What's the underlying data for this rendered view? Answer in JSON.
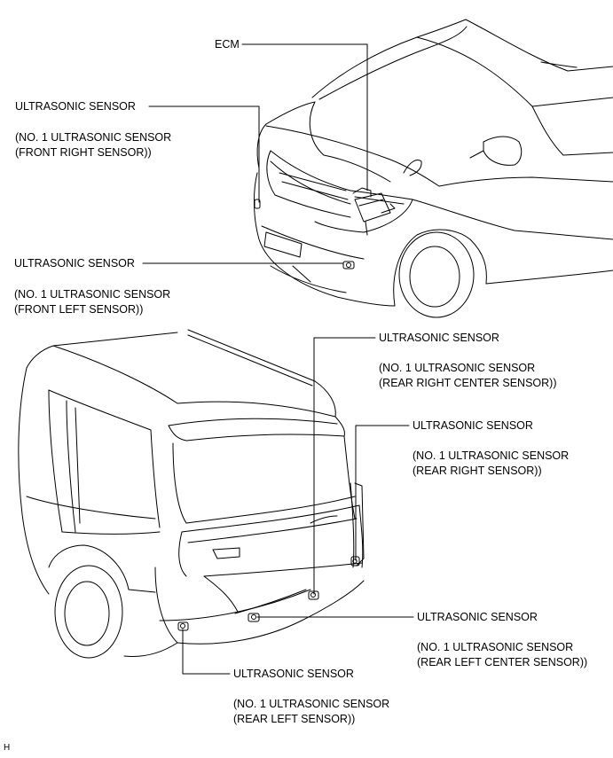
{
  "labels": {
    "ecm": "ECM",
    "front_right": {
      "title": "ULTRASONIC SENSOR",
      "line1": "(NO. 1 ULTRASONIC SENSOR",
      "line2": "(FRONT RIGHT SENSOR))"
    },
    "front_left": {
      "title": "ULTRASONIC SENSOR",
      "line1": "(NO. 1 ULTRASONIC SENSOR",
      "line2": "(FRONT LEFT SENSOR))"
    },
    "rear_right_center": {
      "title": "ULTRASONIC SENSOR",
      "line1": "(NO. 1 ULTRASONIC SENSOR",
      "line2": "(REAR RIGHT CENTER SENSOR))"
    },
    "rear_right": {
      "title": "ULTRASONIC SENSOR",
      "line1": "(NO. 1 ULTRASONIC SENSOR",
      "line2": "(REAR RIGHT SENSOR))"
    },
    "rear_left_center": {
      "title": "ULTRASONIC SENSOR",
      "line1": "(NO. 1 ULTRASONIC SENSOR",
      "line2": "(REAR LEFT CENTER SENSOR))"
    },
    "rear_left": {
      "title": "ULTRASONIC SENSOR",
      "line1": "(NO. 1 ULTRASONIC SENSOR",
      "line2": "(REAR LEFT SENSOR))"
    }
  },
  "footer_code": "H"
}
